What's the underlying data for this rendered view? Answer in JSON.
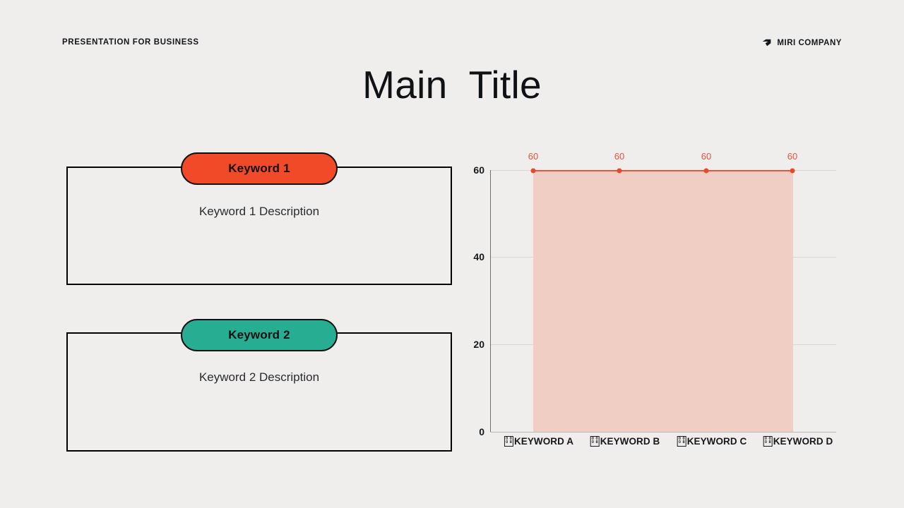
{
  "header": {
    "kicker": "PRESENTATION FOR BUSINESS",
    "brand_name": "MIRI COMPANY",
    "brand_logo_icon": "miri-angular-mark-icon"
  },
  "title": "Main  Title",
  "cards": [
    {
      "pill_label": "Keyword 1",
      "pill_color": "#f04a28",
      "description": "Keyword 1 Description"
    },
    {
      "pill_label": "Keyword 2",
      "pill_color": "#27ae92",
      "description": "Keyword 2 Description"
    }
  ],
  "chart_data": {
    "type": "area",
    "title": "",
    "xlabel": "",
    "ylabel": "",
    "categories": [
      "KEYWORD A",
      "KEYWORD B",
      "KEYWORD C",
      "KEYWORD D"
    ],
    "values": [
      60,
      60,
      60,
      60
    ],
    "point_labels": [
      "60",
      "60",
      "60",
      "60"
    ],
    "yticks": [
      "0",
      "20",
      "40",
      "60"
    ],
    "ylim": [
      0,
      60
    ],
    "grid": true,
    "legend": "none",
    "line_color": "#e8543a",
    "marker_color": "#e8492c",
    "fill_color": "#f0cec4",
    "category_icon": "missing-glyph-tofu-icon",
    "tofu_codepoint": [
      "0",
      "0",
      "0",
      "8"
    ]
  }
}
